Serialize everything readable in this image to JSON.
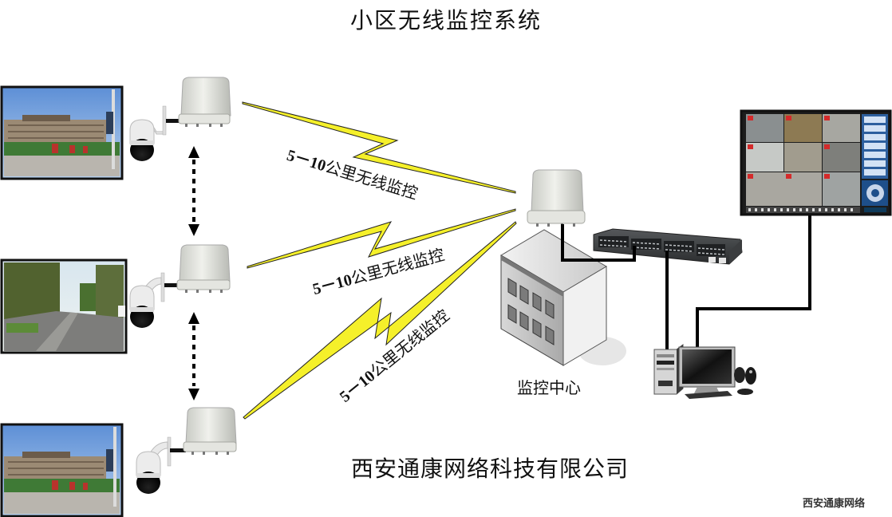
{
  "diagram": {
    "title": "小区无线监控系统",
    "company": "西安通康网络科技有限公司",
    "watermark": "西安通康网络",
    "center_label": "监控中心",
    "links": [
      {
        "distance": "5－10",
        "text": "公里无线监控"
      },
      {
        "distance": "5－10",
        "text": "公里无线监控"
      },
      {
        "distance": "5－10",
        "text": "公里无线监控"
      }
    ],
    "sites": [
      {
        "name": "site-1",
        "scene": "residential buildings"
      },
      {
        "name": "site-2",
        "scene": "tree-lined road"
      },
      {
        "name": "site-3",
        "scene": "residential buildings"
      }
    ],
    "nodes": {
      "cameras": [
        "ptz-camera-1",
        "ptz-camera-2",
        "ptz-camera-3"
      ],
      "remote_bridges": [
        "wireless-bridge-1",
        "wireless-bridge-2",
        "wireless-bridge-3"
      ],
      "center_bridge": "wireless-bridge-center",
      "switch": "network-switch",
      "computer": "monitoring-pc",
      "display": "video-wall-monitor"
    },
    "colors": {
      "lightning": "#f5f02a",
      "cable": "#000000",
      "text": "#111111"
    }
  }
}
